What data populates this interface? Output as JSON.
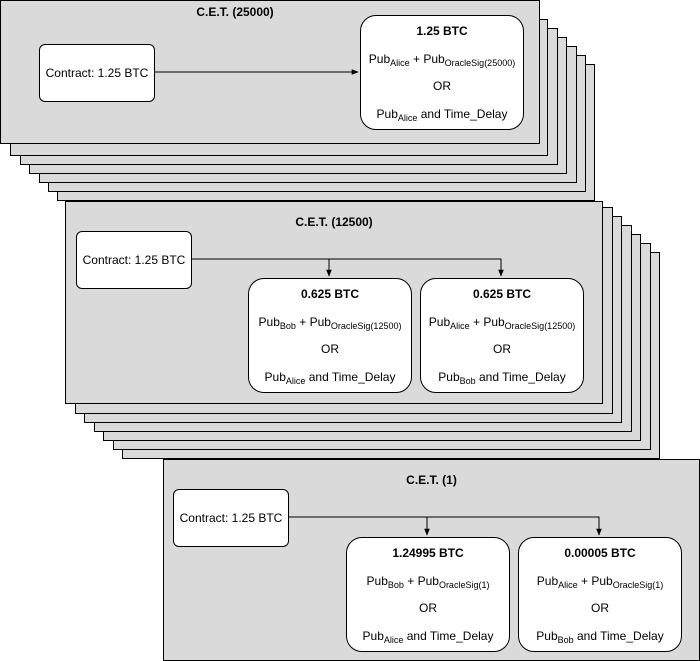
{
  "panels": [
    {
      "title": "C.E.T. (25000)",
      "contract": "Contract: 1.25 BTC",
      "outputs": [
        {
          "amount": "1.25 BTC",
          "pubA": "Pub",
          "subA": "Alice",
          "plus": " + Pub",
          "subO": "OracleSig(25000)",
          "or": "OR",
          "pubB": "Pub",
          "subB": "Alice",
          "tail": " and Time_Delay"
        }
      ]
    },
    {
      "title": "C.E.T. (12500)",
      "contract": "Contract: 1.25 BTC",
      "outputs": [
        {
          "amount": "0.625 BTC",
          "pubA": "Pub",
          "subA": "Bob",
          "plus": " + Pub",
          "subO": "OracleSig(12500)",
          "or": "OR",
          "pubB": "Pub",
          "subB": "Alice",
          "tail": " and Time_Delay"
        },
        {
          "amount": "0.625 BTC",
          "pubA": "Pub",
          "subA": "Alice",
          "plus": " + Pub",
          "subO": "OracleSig(12500)",
          "or": "OR",
          "pubB": "Pub",
          "subB": "Bob",
          "tail": " and Time_Delay"
        }
      ]
    },
    {
      "title": "C.E.T. (1)",
      "contract": "Contract: 1.25 BTC",
      "outputs": [
        {
          "amount": "1.24995 BTC",
          "pubA": "Pub",
          "subA": "Bob",
          "plus": " + Pub",
          "subO": "OracleSig(1)",
          "or": "OR",
          "pubB": "Pub",
          "subB": "Alice",
          "tail": " and Time_Delay"
        },
        {
          "amount": "0.00005 BTC",
          "pubA": "Pub",
          "subA": "Alice",
          "plus": " + Pub",
          "subO": "OracleSig(1)",
          "or": "OR",
          "pubB": "Pub",
          "subB": "Bob",
          "tail": " and Time_Delay"
        }
      ]
    }
  ]
}
